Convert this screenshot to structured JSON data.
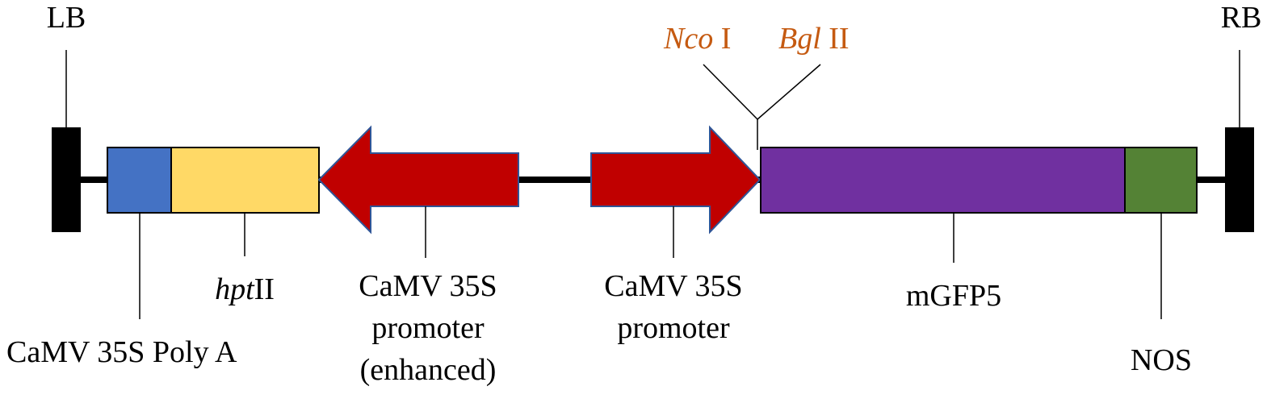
{
  "borders": {
    "left": "LB",
    "right": "RB"
  },
  "restriction_sites": {
    "nco": {
      "name": "Nco",
      "numeral": " I"
    },
    "bgl": {
      "name": "Bgl",
      "numeral": " II"
    }
  },
  "elements": {
    "polya": {
      "label": "CaMV 35S Poly A",
      "color": "#4472c4"
    },
    "hpt": {
      "label_italic": "hpt",
      "label_rest": "II",
      "color": "#ffd966"
    },
    "promoter_enhanced": {
      "line1": "CaMV 35S",
      "line2": "promoter",
      "line3": "(enhanced)",
      "color": "#c00000"
    },
    "promoter": {
      "line1": "CaMV 35S",
      "line2": "promoter",
      "color": "#c00000"
    },
    "mgfp5": {
      "label": "mGFP5",
      "color": "#7030a0"
    },
    "nos": {
      "label": "NOS",
      "color": "#548235"
    }
  },
  "colors": {
    "site_text": "#c55a11",
    "backbone": "#000000",
    "arrow_outline": "#2f5597"
  }
}
